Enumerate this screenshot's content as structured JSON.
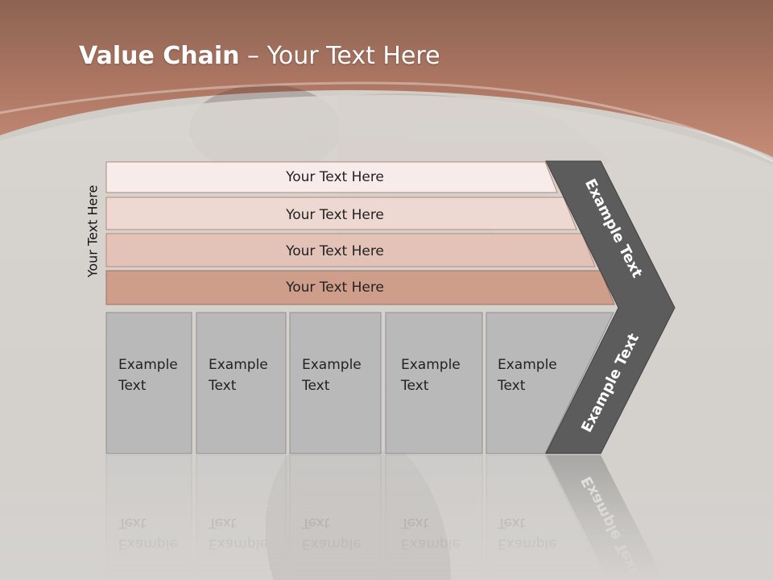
{
  "slide": {
    "title_bold": "Value Chain",
    "title_rest": " – Your Text Here"
  },
  "side_label": "Your Text Here",
  "rows": [
    {
      "label": "Your Text Here",
      "color": "#f7ecea"
    },
    {
      "label": "Your Text Here",
      "color": "#eed8d2"
    },
    {
      "label": "Your Text Here",
      "color": "#e3c2b7"
    },
    {
      "label": "Your Text Here",
      "color": "#cf9e8b"
    }
  ],
  "columns": [
    {
      "line1": "Example",
      "line2": "Text"
    },
    {
      "line1": "Example",
      "line2": "Text"
    },
    {
      "line1": "Example",
      "line2": "Text"
    },
    {
      "line1": "Example",
      "line2": "Text"
    },
    {
      "line1": "Example",
      "line2": "Text"
    }
  ],
  "chevron": {
    "upper_label": "Example Text",
    "lower_label": "Example Text",
    "color": "#5c5c5c"
  },
  "colors": {
    "header_band": "#b87a66",
    "column_fill": "#b9b9b9"
  }
}
